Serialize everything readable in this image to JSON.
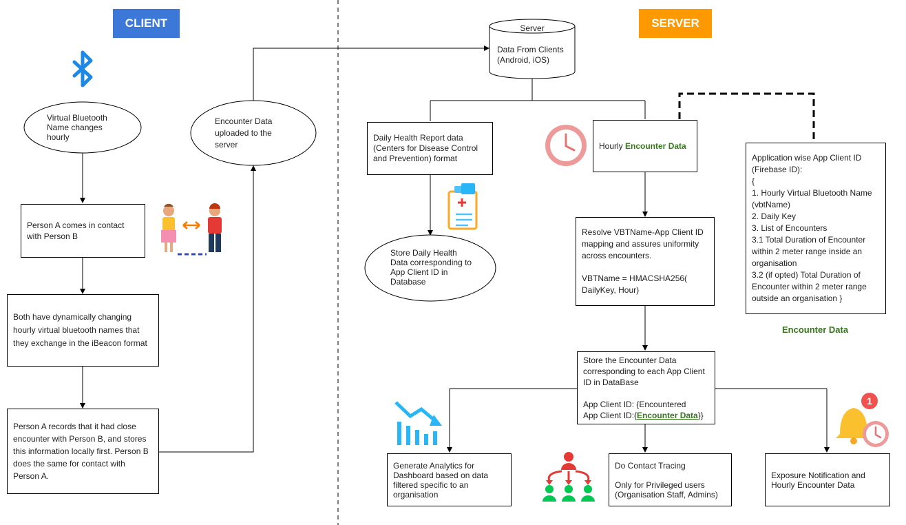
{
  "headers": {
    "client": "CLIENT",
    "server": "SERVER"
  },
  "colors": {
    "client_header": "#3c78d8",
    "server_header": "#ff9900",
    "accent_green": "#38761d",
    "bluetooth": "#1e88e5"
  },
  "client": {
    "vbt_name": "Virtual Bluetooth Name changes hourly",
    "contact": "Person A comes in contact with Person B",
    "exchange": "Both have dynamically changing hourly virtual bluetooth names that they exchange in the iBeacon format",
    "records": "Person A records that it had close encounter with Person B, and stores this information locally first. Person B does the same for contact with Person A.",
    "upload": "Encounter Data uploaded to the server"
  },
  "server": {
    "db_title": "Server",
    "db_text": "Data From Clients (Android, iOS)",
    "daily_report": "Daily Health Report data (Centers for Disease Control and Prevention) format",
    "store_daily": "Store Daily Health Data corresponding to App Client ID in Database",
    "hourly_prefix": "Hourly ",
    "hourly_em": "Encounter Data",
    "resolve_line1": "Resolve VBTName-App Client ID mapping and assures uniformity across encounters.",
    "resolve_line2": "VBTName = HMACSHA256( DailyKey, Hour)",
    "app_id": {
      "l1": "Application wise App Client ID (Firebase ID):",
      "l2": "{",
      "l3": "1. Hourly Virtual Bluetooth Name (vbtName)",
      "l4": "2. Daily Key",
      "l5": "3. List of Encounters",
      "l6": "3.1 Total Duration of Encounter within 2 meter range inside an organisation",
      "l7": "3.2 (if opted) Total Duration of Encounter within 2 meter range outside an organisation }"
    },
    "encounter_label": "Encounter Data",
    "store_enc_line1": "Store the Encounter Data corresponding to each App Client ID in DataBase",
    "store_enc_line2a": "App Client ID: {Encountered",
    "store_enc_line2b": "App Client ID:{",
    "store_enc_em": "Encounter Data",
    "store_enc_tail": "}}",
    "analytics": "Generate Analytics for Dashboard based on data filtered specific to an organisation",
    "tracing_line1": "Do Contact Tracing",
    "tracing_line2": "Only for Privileged users (Organisation Staff, Admins)",
    "exposure": "Exposure Notification and Hourly Encounter Data",
    "badge": "1"
  }
}
